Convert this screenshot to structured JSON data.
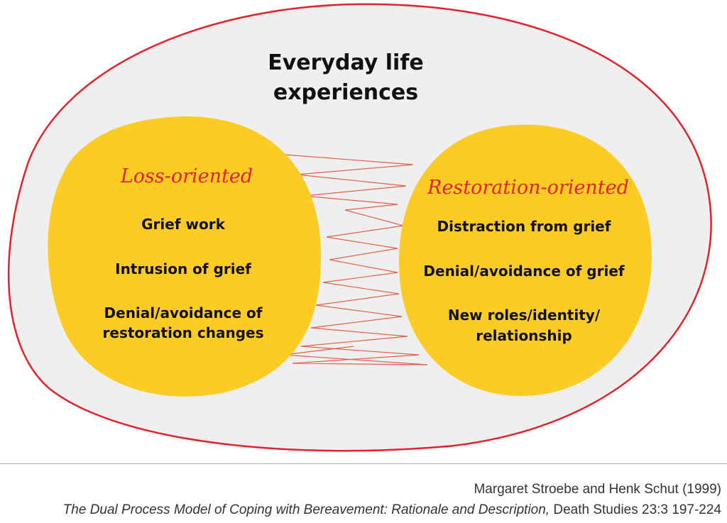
{
  "outer": {
    "title_line1": "Everyday life",
    "title_line2": "experiences"
  },
  "loss": {
    "heading": "Loss-oriented",
    "items": {
      "item1": "Grief work",
      "item2": "Intrusion of grief",
      "item3_line1": "Denial/avoidance of",
      "item3_line2": "restoration changes"
    }
  },
  "restoration": {
    "heading": "Restoration-oriented",
    "items": {
      "item1": "Distraction from grief",
      "item2": "Denial/avoidance of grief",
      "item3_line1": "New roles/identity/",
      "item3_line2": "relationship"
    }
  },
  "citation": {
    "authors": "Margaret Stroebe and Henk Schut (1999)",
    "article_title": "The Dual Process Model of Coping with Bereavement: Rationale and Description,",
    "journal": "Death Studies 23:3 197-224"
  },
  "colors": {
    "outer_fill": "#efefef",
    "outer_stroke": "#e3232c",
    "circle_fill": "#fccb24",
    "heading_red": "#e3232c",
    "zigzag": "#e6604a"
  }
}
